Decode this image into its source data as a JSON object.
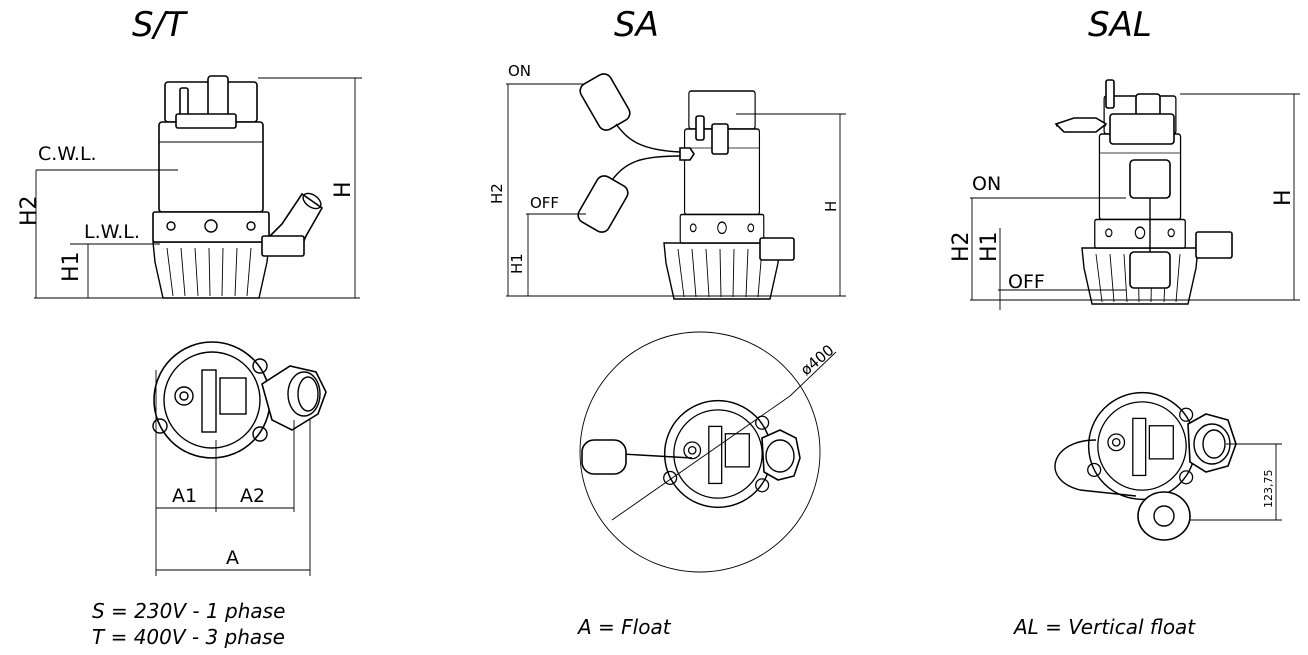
{
  "panels": {
    "st": {
      "title": "S/T",
      "labels": {
        "cwl": "C.W.L.",
        "lwl": "L.W.L.",
        "h": "H",
        "h1": "H1",
        "h2": "H2",
        "a": "A",
        "a1": "A1",
        "a2": "A2"
      },
      "caption_lines": [
        "S = 230V - 1 phase",
        "T = 400V - 3 phase"
      ]
    },
    "sa": {
      "title": "SA",
      "labels": {
        "on": "ON",
        "off": "OFF",
        "h": "H",
        "h1": "H1",
        "h2": "H2",
        "diameter": "ø400"
      },
      "caption": "A = Float"
    },
    "sal": {
      "title": "SAL",
      "labels": {
        "on": "ON",
        "off": "OFF",
        "h": "H",
        "h1": "H1",
        "h2": "H2",
        "offset": "123,75"
      },
      "caption": "AL = Vertical float"
    }
  }
}
